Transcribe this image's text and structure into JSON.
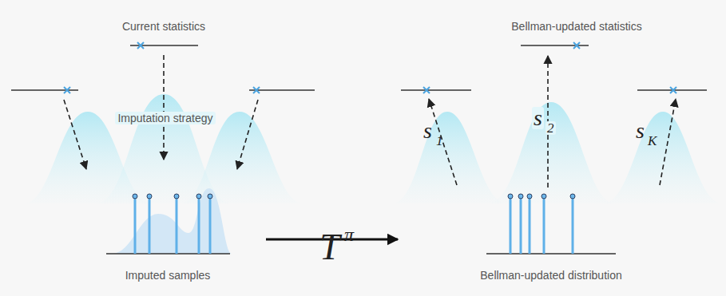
{
  "diagram": {
    "labels": [
      "Current statistics",
      "Bellman-updated statistics",
      "Imputation strategy",
      "s",
      "1",
      "s",
      "2",
      "s",
      "K",
      "Imputed samples",
      "T",
      "π",
      "Bellman-updated distribution"
    ]
  }
}
